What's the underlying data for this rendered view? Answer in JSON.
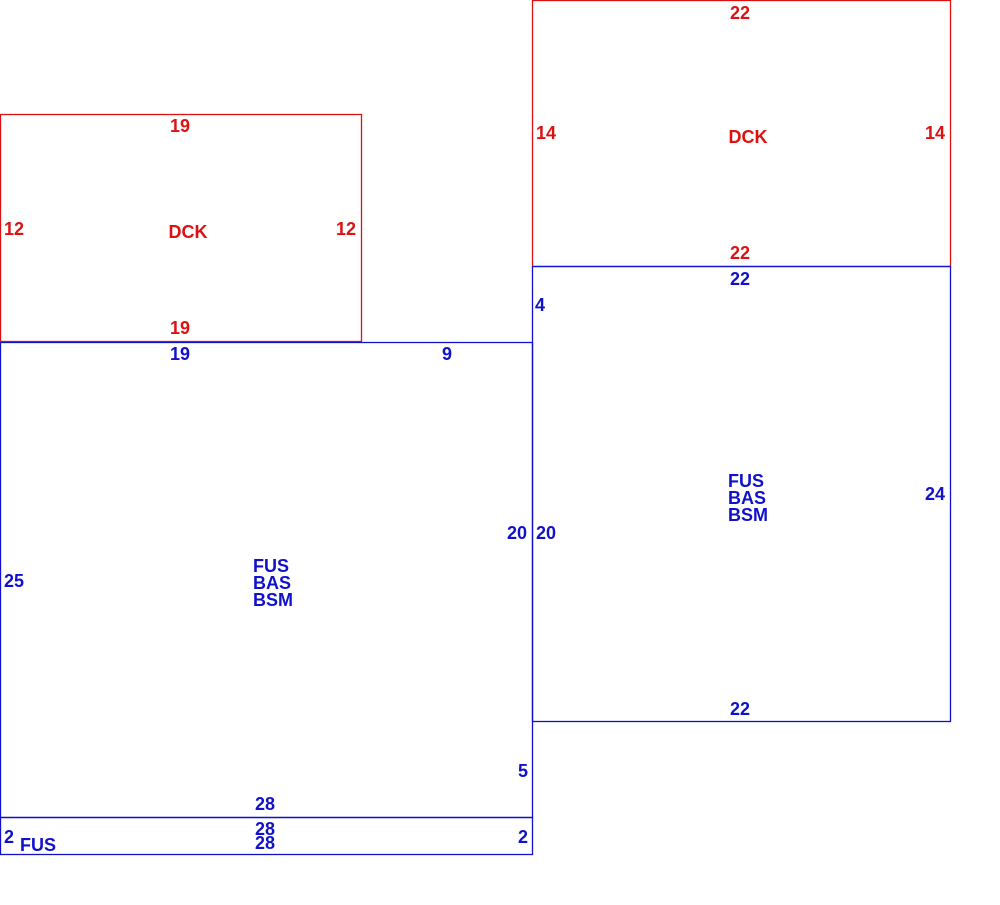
{
  "colors": {
    "deck": "#dd1111",
    "structure": "#1111cc",
    "background": "#ffffff"
  },
  "areas": {
    "left_deck": {
      "code": "DCK",
      "top": "19",
      "bottom": "19",
      "left": "12",
      "right": "12"
    },
    "right_deck": {
      "code": "DCK",
      "top": "22",
      "bottom": "22",
      "left": "14",
      "right": "14"
    },
    "left_main": {
      "codes": [
        "FUS",
        "BAS",
        "BSM"
      ],
      "top_left": "19",
      "top_right": "9",
      "left": "25",
      "right": "20",
      "right_lower": "5",
      "bottom": "28"
    },
    "right_main": {
      "codes": [
        "FUS",
        "BAS",
        "BSM"
      ],
      "top": "22",
      "bottom": "22",
      "left_upper": "4",
      "left": "20",
      "right": "24"
    },
    "bottom_strip": {
      "code": "FUS",
      "top": "28",
      "bottom": "28",
      "left": "2",
      "right": "2"
    }
  }
}
